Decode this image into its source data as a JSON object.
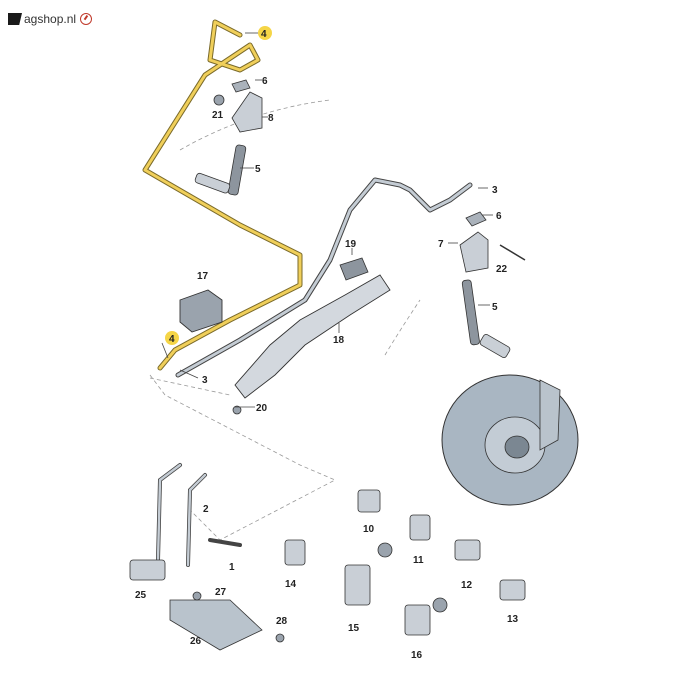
{
  "logo": {
    "text": "agshop.nl",
    "mark_icon": "brand-mark-icon",
    "dial_icon": "gauge-icon",
    "accent_color": "#c0392b"
  },
  "colors": {
    "pipe": "#9aa3ad",
    "pipe_highlight": "#e0b93a",
    "part_fill": "#c9cfd6",
    "disc_fill": "#a9b6c2",
    "line": "#333333"
  },
  "callouts": {
    "c1": "1",
    "c2": "2",
    "c3a": "3",
    "c3b": "3",
    "c4a": "4",
    "c4b": "4",
    "c5a": "5",
    "c5b": "5",
    "c6a": "6",
    "c6b": "6",
    "c7": "7",
    "c8": "8",
    "c10": "10",
    "c11": "11",
    "c12": "12",
    "c13": "13",
    "c14": "14",
    "c15": "15",
    "c16": "16",
    "c17": "17",
    "c18": "18",
    "c19": "19",
    "c20": "20",
    "c21": "21",
    "c22": "22",
    "c25": "25",
    "c26": "26",
    "c27": "27",
    "c28": "28"
  }
}
